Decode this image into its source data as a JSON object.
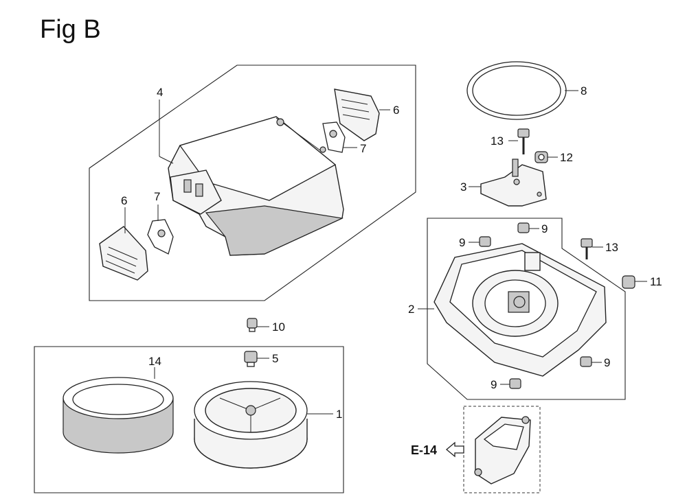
{
  "figure": {
    "title": "Fig B"
  },
  "callouts": {
    "c1": "1",
    "c2": "2",
    "c3": "3",
    "c4": "4",
    "c5": "5",
    "c6a": "6",
    "c6b": "6",
    "c7a": "7",
    "c7b": "7",
    "c8": "8",
    "c9a": "9",
    "c9b": "9",
    "c9c": "9",
    "c9d": "9",
    "c10": "10",
    "c11": "11",
    "c12": "12",
    "c13a": "13",
    "c13b": "13",
    "c14": "14"
  },
  "reference": {
    "label": "E-14",
    "icon": "arrow-left-icon"
  }
}
